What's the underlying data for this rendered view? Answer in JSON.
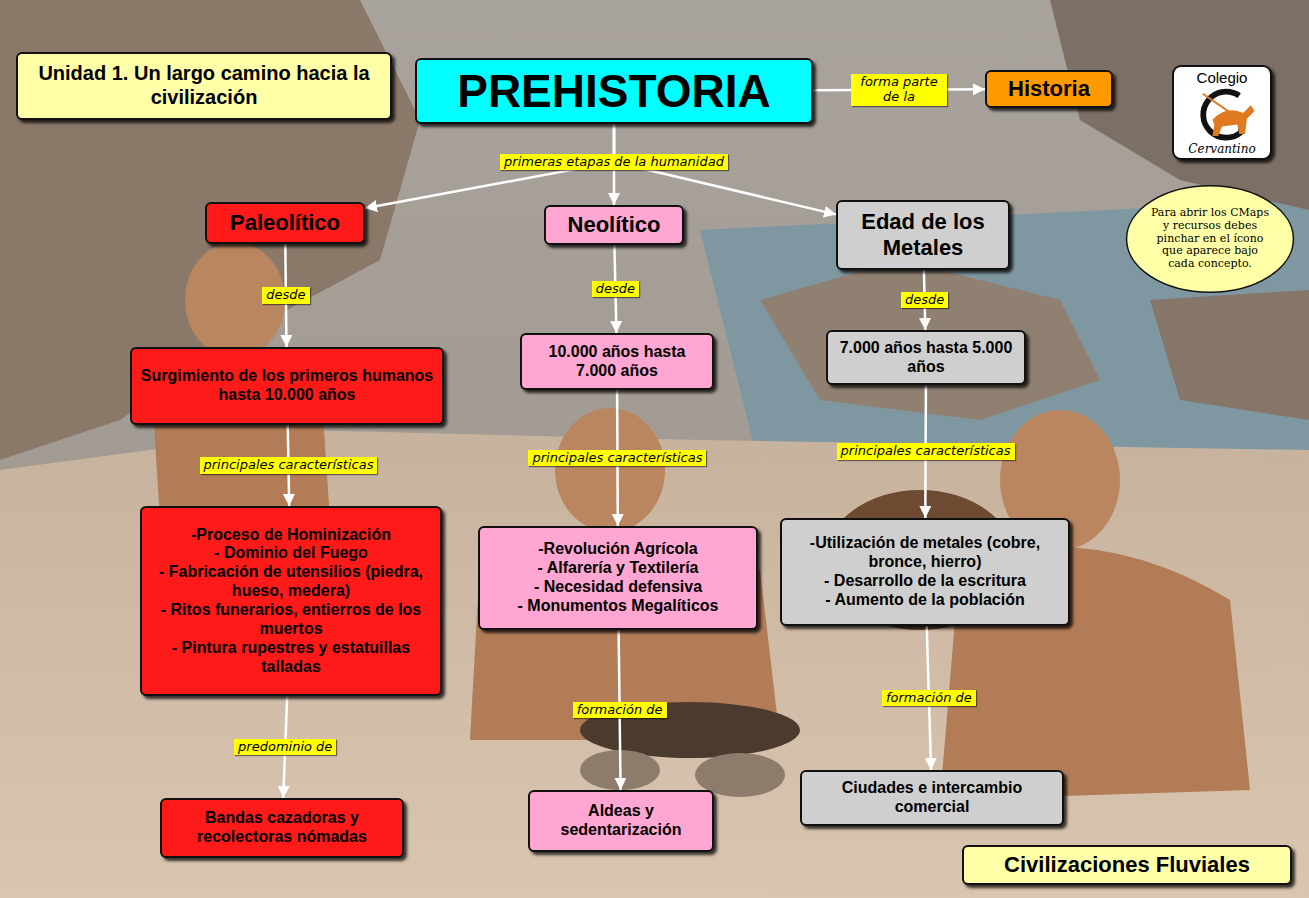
{
  "diagram": {
    "nodes": [
      {
        "text": [
          "Unidad 1. Un largo camino hacia la civilización"
        ]
      },
      {
        "text": [
          "PREHISTORIA"
        ]
      },
      {
        "text": [
          "Historia"
        ]
      },
      {
        "text": [
          "Colegio",
          "Cervantino"
        ]
      },
      {
        "text": [
          "Para abrir los CMaps y recursos debes pinchar en el ícono que aparece bajo cada concepto."
        ]
      },
      {
        "text": [
          "Paleolítico"
        ]
      },
      {
        "text": [
          "Neolítico"
        ]
      },
      {
        "text": [
          "Edad de los Metales"
        ]
      },
      {
        "text": [
          "Surgimiento de los primeros humanos hasta 10.000 años"
        ]
      },
      {
        "text": [
          "10.000 años hasta 7.000 años"
        ]
      },
      {
        "text": [
          "7.000 años hasta 5.000 años"
        ]
      },
      {
        "text": [
          "-Proceso de Hominización",
          "- Dominio del Fuego",
          "- Fabricación de utensilios (piedra, hueso, medera)",
          "- Ritos funerarios, entierros de los muertos",
          "- Pintura rupestres y estatuillas talladas"
        ]
      },
      {
        "text": [
          "-Revolución Agrícola",
          "- Alfarería y Textilería",
          "- Necesidad defensiva",
          "- Monumentos Megalíticos"
        ]
      },
      {
        "text": [
          "-Utilización de metales (cobre, bronce, hierro)",
          "- Desarrollo de la escritura",
          "- Aumento de la población"
        ]
      },
      {
        "text": [
          "Bandas cazadoras y recolectoras nómadas"
        ]
      },
      {
        "text": [
          "Aldeas y sedentarización"
        ]
      },
      {
        "text": [
          "Ciudades e intercambio comercial"
        ]
      },
      {
        "text": [
          "Civilizaciones Fluviales"
        ]
      }
    ],
    "edges": [
      {
        "from": 1,
        "to": 2,
        "label": "forma parte de la",
        "arrow": "to"
      },
      {
        "from": 1,
        "to": 5,
        "arrow": "to"
      },
      {
        "from": 1,
        "to": 6,
        "label": "primeras etapas de la humanidad",
        "arrow": "to"
      },
      {
        "from": 1,
        "to": 7,
        "arrow": "to"
      },
      {
        "from": 5,
        "to": 8,
        "label": "desde",
        "arrow": "to"
      },
      {
        "from": 6,
        "to": 9,
        "label": "desde",
        "arrow": "to"
      },
      {
        "from": 7,
        "to": 10,
        "label": "desde",
        "arrow": "to"
      },
      {
        "from": 8,
        "to": 11,
        "label": "principales características",
        "arrow": "to"
      },
      {
        "from": 9,
        "to": 12,
        "label": "principales características",
        "arrow": "to"
      },
      {
        "from": 10,
        "to": 13,
        "label": "principales características",
        "arrow": "to"
      },
      {
        "from": 11,
        "to": 14,
        "label": "predominio de",
        "arrow": "to"
      },
      {
        "from": 12,
        "to": 15,
        "label": "formación de",
        "arrow": "to"
      },
      {
        "from": 13,
        "to": 16,
        "label": "formación de",
        "arrow": "to"
      }
    ]
  }
}
